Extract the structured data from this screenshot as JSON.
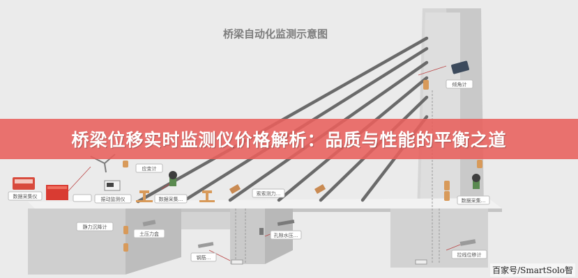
{
  "diagram": {
    "title": "桥梁自动化监测示意图",
    "labels": {
      "tilt": "倾角计",
      "collector_left": "数据采集仪",
      "vibration": "振动监测仪",
      "strain": "应变计",
      "acquisition_1": "数据采集...",
      "cable_force": "索索测力...",
      "settlement": "静力沉降计",
      "soil_pressure": "土压力盒",
      "pore_pressure": "孔隙水压...",
      "rebar": "钢筋...",
      "acquisition_2": "数据采集...",
      "displacement": "拉线位移计"
    }
  },
  "banner": {
    "text": "桥梁位移实时监测仪价格解析：品质与性能的平衡之道"
  },
  "watermark": "百家号/SmartSolo智"
}
